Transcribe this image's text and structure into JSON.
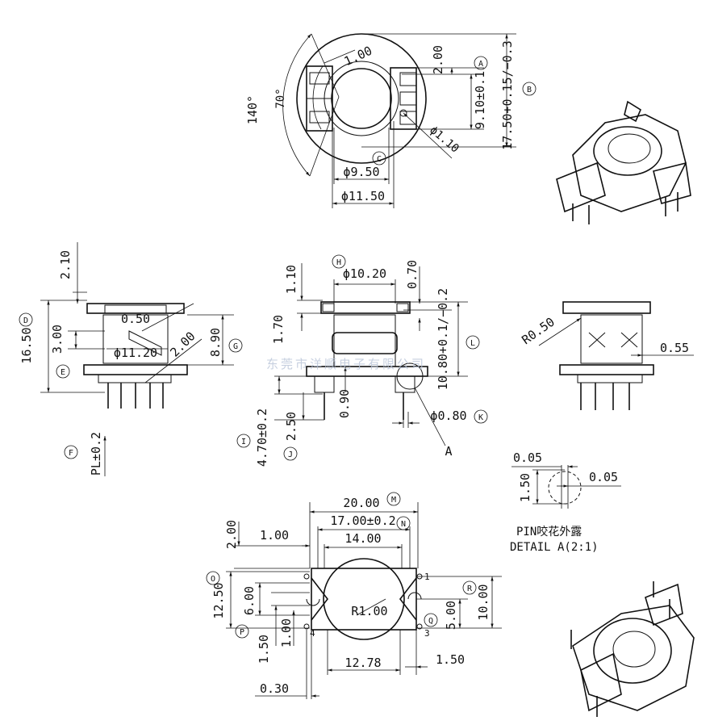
{
  "drawing": {
    "top_view": {
      "angle_outer": "140°",
      "angle_inner": "70°",
      "dim_100": "1.00",
      "dim_200": "2.00",
      "dim_910": "9.10±0.1",
      "dim_1750": "17.50+0.15/−0.3",
      "dim_phi110": "ϕ1.10",
      "dim_phi950": "ϕ9.50",
      "dim_phi1150": "ϕ11.50",
      "marker_A": "A",
      "marker_B": "B",
      "marker_C": "C"
    },
    "left_view": {
      "dim_210": "2.10",
      "dim_1650": "16.50",
      "dim_300": "3.00",
      "dim_050": "0.50",
      "dim_phi1120": "ϕ11.20",
      "dim_200": "2.00",
      "dim_890": "8.90",
      "dim_pl": "PL±0.2",
      "marker_D": "D",
      "marker_E": "E",
      "marker_F": "F",
      "marker_G": "G"
    },
    "front_view": {
      "dim_phi1020": "ϕ10.20",
      "dim_110": "1.10",
      "dim_070": "0.70",
      "dim_170": "1.70",
      "dim_1080": "10.80+0.1/−0.2",
      "dim_090": "0.90",
      "dim_250": "2.50",
      "dim_470": "4.70±0.2",
      "dim_phi080": "ϕ0.80",
      "detail_ref": "A",
      "marker_H": "H",
      "marker_I": "I",
      "marker_J": "J",
      "marker_K": "K",
      "marker_L": "L"
    },
    "right_view": {
      "dim_r050": "R0.50",
      "dim_055": "0.55"
    },
    "detail": {
      "dim_005_top": "0.05",
      "dim_150": "1.50",
      "dim_005_right": "0.05",
      "label_cn": "PIN咬花外露",
      "label_en": "DETAIL A(2:1)"
    },
    "bottom_view": {
      "dim_2000": "20.00",
      "dim_1700": "17.00±0.2",
      "dim_1400": "14.00",
      "dim_200": "2.00",
      "dim_100_top": "1.00",
      "dim_1250": "12.50",
      "dim_600": "6.00",
      "dim_r100": "R1.00",
      "dim_1000": "10.00",
      "dim_500": "5.00",
      "dim_150_left": "1.50",
      "dim_100_left": "1.00",
      "dim_1278": "12.78",
      "dim_150_right": "1.50",
      "dim_030": "0.30",
      "pin_1": "1",
      "pin_3": "3",
      "pin_4": "4",
      "marker_M": "M",
      "marker_N": "N",
      "marker_O": "O",
      "marker_P": "P",
      "marker_Q": "Q",
      "marker_R": "R"
    },
    "watermark": "东莞市洋顺电子有限公司"
  }
}
